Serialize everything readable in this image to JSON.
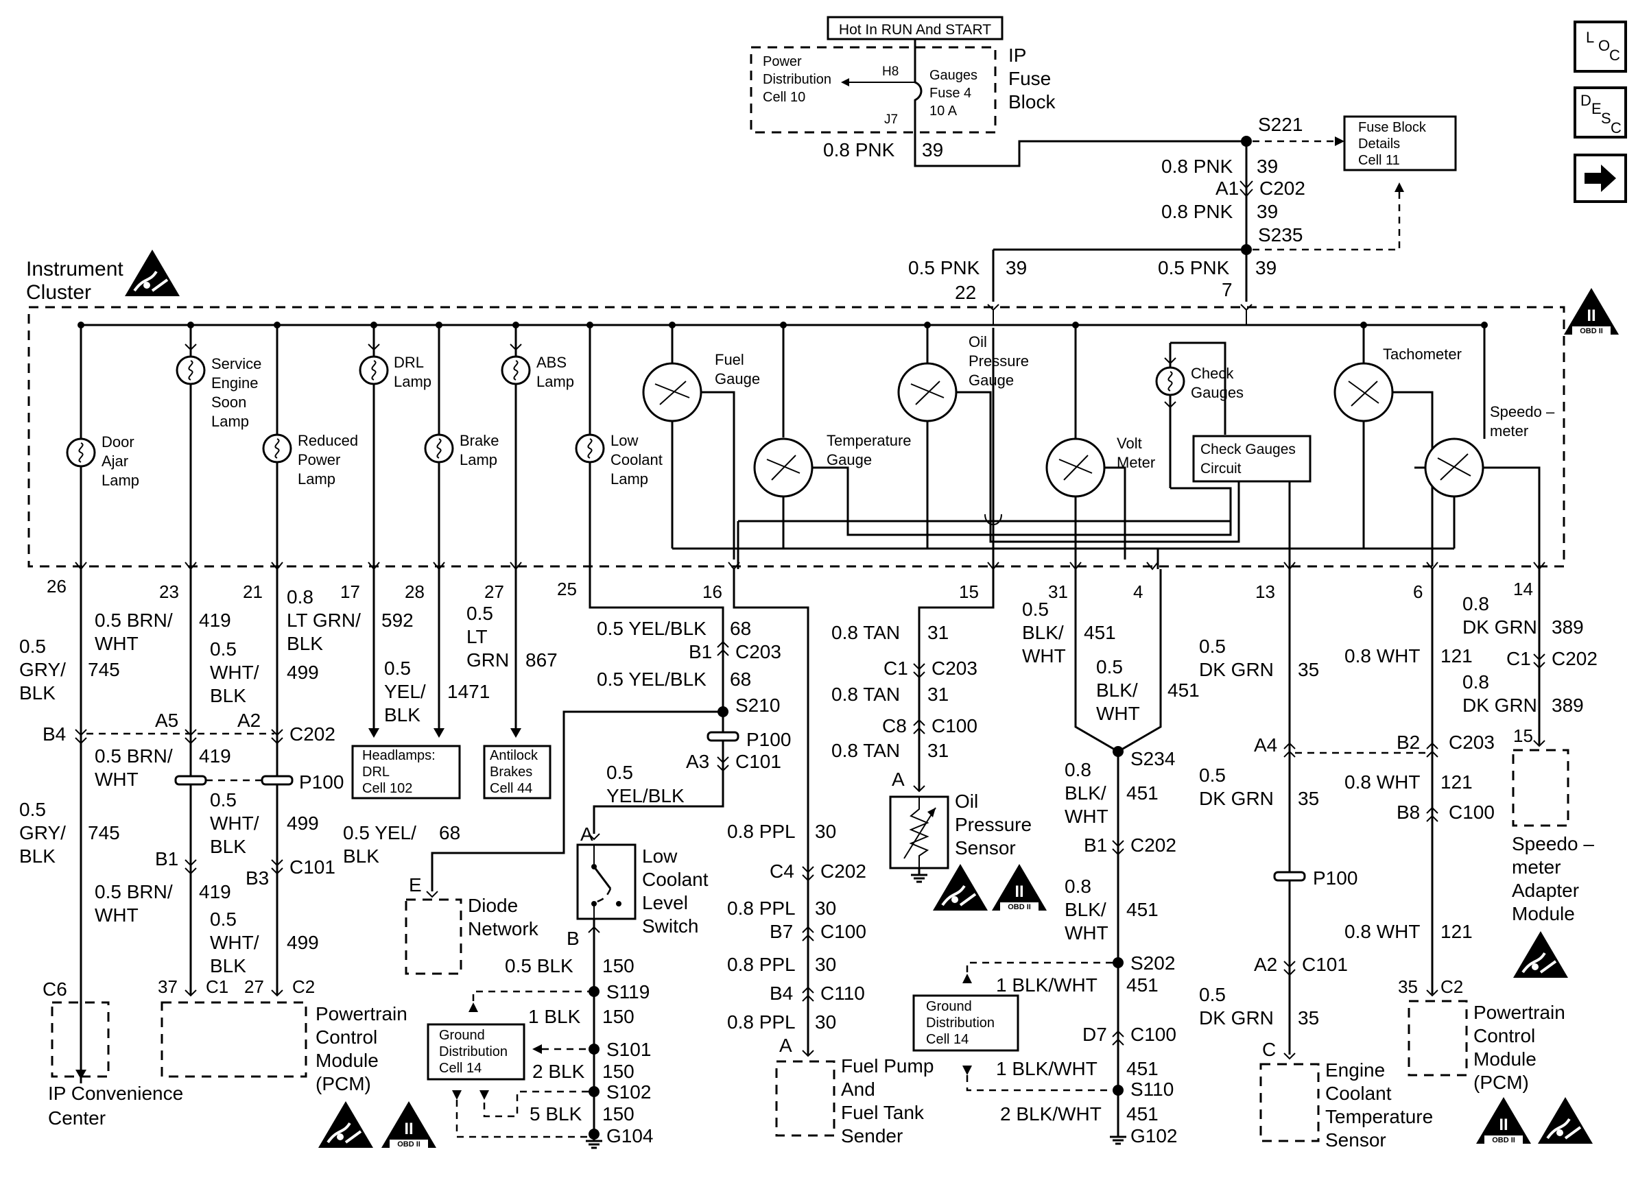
{
  "top": {
    "hot_label": "Hot In RUN And START",
    "ip_fuse_block": [
      "IP",
      "Fuse",
      "Block"
    ],
    "power_dist": [
      "Power",
      "Distribution",
      "Cell 10"
    ],
    "gauges_fuse": [
      "Gauges",
      "Fuse 4",
      "10 A"
    ],
    "h8": "H8",
    "j7": "J7",
    "pnk_08": "0.8 PNK",
    "c39": "39",
    "s221": "S221",
    "fuse_details": [
      "Fuse Block",
      "Details",
      "Cell 11"
    ],
    "a1": "A1",
    "c202": "C202",
    "s235": "S235",
    "pnk_05": "0.5 PNK",
    "p22": "22",
    "p7": "7"
  },
  "cluster": {
    "title": [
      "Instrument",
      "Cluster"
    ],
    "door_ajar": [
      "Door",
      "Ajar",
      "Lamp"
    ],
    "service_engine": [
      "Service",
      "Engine",
      "Soon",
      "Lamp"
    ],
    "reduced_power": [
      "Reduced",
      "Power",
      "Lamp"
    ],
    "drl": [
      "DRL",
      "Lamp"
    ],
    "brake": [
      "Brake",
      "Lamp"
    ],
    "abs": [
      "ABS",
      "Lamp"
    ],
    "low_coolant": [
      "Low",
      "Coolant",
      "Lamp"
    ],
    "fuel_gauge": [
      "Fuel",
      "Gauge"
    ],
    "temp_gauge": [
      "Temperature",
      "Gauge"
    ],
    "oil_gauge": [
      "Oil",
      "Pressure",
      "Gauge"
    ],
    "volt_meter": [
      "Volt",
      "Meter"
    ],
    "check_gauges": [
      "Check",
      "Gauges"
    ],
    "check_circuit": [
      "Check Gauges",
      "Circuit"
    ],
    "tachometer": "Tachometer",
    "speedometer": [
      "Speedo –",
      "meter"
    ]
  },
  "pins": [
    "26",
    "23",
    "21",
    "17",
    "28",
    "27",
    "25",
    "16",
    "15",
    "31",
    "4",
    "13",
    "6",
    "14"
  ],
  "wires": {
    "gry_blk": [
      "0.5",
      "GRY/",
      "BLK"
    ],
    "n745": "745",
    "brn_wht": [
      "0.5 BRN/",
      "WHT"
    ],
    "n419": "419",
    "wht_blk": [
      "0.5",
      "WHT/",
      "BLK"
    ],
    "n499": "499",
    "ltgrn_blk": [
      "0.8",
      "LT GRN/",
      "BLK"
    ],
    "n592": "592",
    "yel_blk_17": [
      "0.5",
      "YEL/",
      "BLK"
    ],
    "n1471": "1471",
    "lt_grn": [
      "0.5",
      "LT",
      "GRN"
    ],
    "n867": "867",
    "yel_blk_a": "0.5 YEL/BLK",
    "n68": "68",
    "b1": "B1",
    "c203": "C203",
    "s210": "S210",
    "p100": "P100",
    "a3": "A3",
    "c101": "C101",
    "yel_blk_b": [
      "0.5",
      "YEL/BLK"
    ],
    "yel_blk_c": [
      "0.5 YEL/",
      "BLK"
    ],
    "tan": "0.8 TAN",
    "n31": "31",
    "c1": "C1",
    "c8": "C8",
    "c100": "C100",
    "blk_wht_05": [
      "0.5",
      "BLK/",
      "WHT"
    ],
    "n451": "451",
    "s234": "S234",
    "blk_wht_08": [
      "0.8",
      "BLK/",
      "WHT"
    ],
    "s202": "S202",
    "blk_wht_1": "1 BLK/WHT",
    "d7": "D7",
    "s110": "S110",
    "blk_wht_2": "2 BLK/WHT",
    "g102": "G102",
    "dk_grn_05": [
      "0.5",
      "DK GRN"
    ],
    "n35": "35",
    "a4": "A4",
    "a2": "A2",
    "wht_08": "0.8 WHT",
    "n121": "121",
    "b2": "B2",
    "b8": "B8",
    "dk_grn_08": [
      "0.8",
      "DK GRN"
    ],
    "n389": "389",
    "ppl": "0.8 PPL",
    "n30": "30",
    "c4": "C4",
    "b7": "B7",
    "b4": "B4",
    "c110": "C110",
    "blk_05": "0.5 BLK",
    "n150": "150",
    "s119": "S119",
    "blk_1": "1 BLK",
    "s101": "S101",
    "blk_2": "2 BLK",
    "s102": "S102",
    "blk_5": "5 BLK",
    "g104": "G104",
    "a5": "A5",
    "b3": "B3",
    "c6": "C6",
    "p37": "37",
    "p27": "27",
    "c2": "C2",
    "p15": "15",
    "p35": "35",
    "a": "A",
    "b": "B",
    "c": "C",
    "e": "E"
  },
  "components": {
    "headlamps": [
      "Headlamps:",
      "DRL",
      "Cell 102"
    ],
    "antilock": [
      "Antilock",
      "Brakes",
      "Cell 44"
    ],
    "diode": [
      "Diode",
      "Network"
    ],
    "low_coolant_switch": [
      "Low",
      "Coolant",
      "Level",
      "Switch"
    ],
    "ground_dist": [
      "Ground",
      "Distribution",
      "Cell 14"
    ],
    "fuel_pump": [
      "Fuel Pump",
      "And",
      "Fuel Tank",
      "Sender"
    ],
    "oil_sensor": [
      "Oil",
      "Pressure",
      "Sensor"
    ],
    "ect_sensor": [
      "Engine",
      "Coolant",
      "Temperature",
      "Sensor"
    ],
    "pcm": [
      "Powertrain",
      "Control",
      "Module",
      "(PCM)"
    ],
    "ip_center": [
      "IP Convenience",
      "Center"
    ],
    "speedo_adapter": [
      "Speedo –",
      "meter",
      "Adapter",
      "Module"
    ],
    "obd": "OBD II",
    "obd_roman": "II"
  },
  "nav": {
    "loc": [
      "L",
      "O",
      "C"
    ],
    "desc": [
      "D",
      "E",
      "S",
      "C"
    ]
  }
}
